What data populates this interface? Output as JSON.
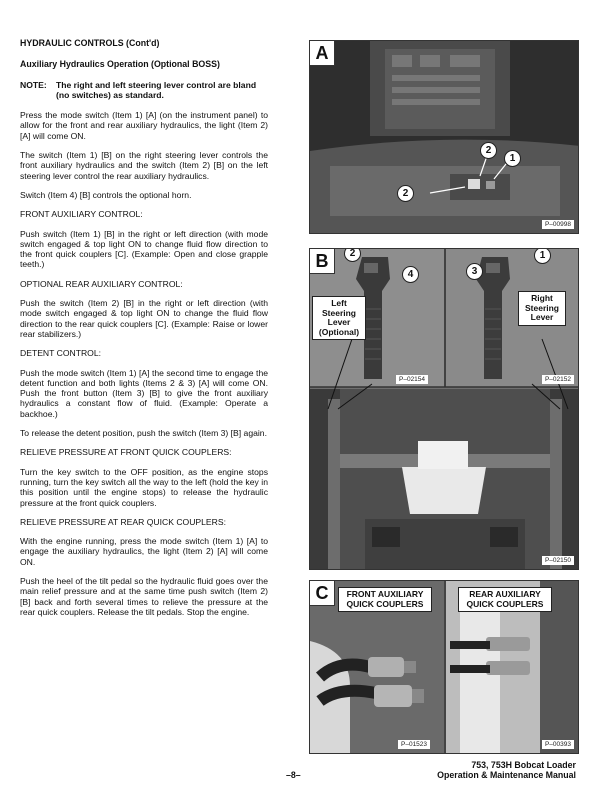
{
  "text": {
    "title": "HYDRAULIC CONTROLS (Cont'd)",
    "subtitle": "Auxiliary Hydraulics Operation (Optional BOSS)",
    "note_key": "NOTE:",
    "note_body": "The right and left steering lever control are bland (no switches) as standard.",
    "p1": "Press the mode switch (Item 1) [A] (on the instrument panel) to allow for the front and rear auxiliary hydraulics, the light (Item 2) [A] will come ON.",
    "p2": "The switch (Item 1) [B] on the right steering lever controls the front auxiliary hydraulics and the switch (Item 2) [B] on the left steering lever control the rear auxiliary hydraulics.",
    "p3": "Switch (Item 4) [B] controls the optional horn.",
    "h_front": "FRONT AUXILIARY CONTROL:",
    "p4": "Push switch (Item 1) [B] in the right or left direction (with mode switch engaged & top light ON to change fluid flow direction to the front quick couplers [C]. (Example: Open and close grapple teeth.)",
    "h_rear": "OPTIONAL REAR AUXILIARY CONTROL:",
    "p5": "Push the switch (Item 2) [B] in the right or left direction (with mode switch engaged & top light ON to change the fluid flow direction to the rear quick couplers [C]. (Example: Raise or lower rear stabilizers.)",
    "h_detent": "DETENT CONTROL:",
    "p6": "Push the mode switch (Item 1) [A] the second time to engage the detent function and both lights (Items 2 & 3) [A] will come ON. Push the front button (Item 3) [B] to give the front auxiliary hydraulics a constant flow of fluid. (Example: Operate a backhoe.)",
    "p7": "To release the detent position, push the switch (Item 3) [B] again.",
    "h_relieve_front": "RELIEVE PRESSURE AT FRONT QUICK COUPLERS:",
    "p8": "Turn the key switch to the OFF position, as the engine stops running, turn the key switch all the way to the left (hold the key in this position until the engine stops) to release the hydraulic pressure at the front quick couplers.",
    "h_relieve_rear": "RELIEVE PRESSURE AT REAR QUICK COUPLERS:",
    "p9": "With the engine running, press the mode switch (Item 1) [A] to engage the auxiliary hydraulics, the light (Item 2) [A] will come ON.",
    "p10": "Push the heel of the tilt pedal so the hydraulic fluid goes over the main relief pressure and at the same time push switch (Item 2) [B] back and forth several times to relieve the pressure at the rear quick couplers. Release the tilt pedals. Stop the engine."
  },
  "figures": {
    "a": {
      "letter": "A",
      "code": "P–00998",
      "callouts": [
        "2",
        "1",
        "2"
      ]
    },
    "b": {
      "letter": "B",
      "left_code": "P–02154",
      "right_code": "P–02152",
      "bottom_code": "P–02150",
      "left_label": "Left Steering Lever (Optional)",
      "right_label": "Right Steering Lever",
      "callouts": [
        "2",
        "4",
        "3",
        "1"
      ]
    },
    "c": {
      "letter": "C",
      "front_label": "FRONT AUXILIARY QUICK COUPLERS",
      "rear_label": "REAR AUXILIARY QUICK COUPLERS",
      "front_code": "P–01523",
      "rear_code": "P–00393"
    }
  },
  "footer": {
    "page_number": "–8–",
    "manual_line1": "753, 753H Bobcat Loader",
    "manual_line2": "Operation & Maintenance Manual"
  }
}
